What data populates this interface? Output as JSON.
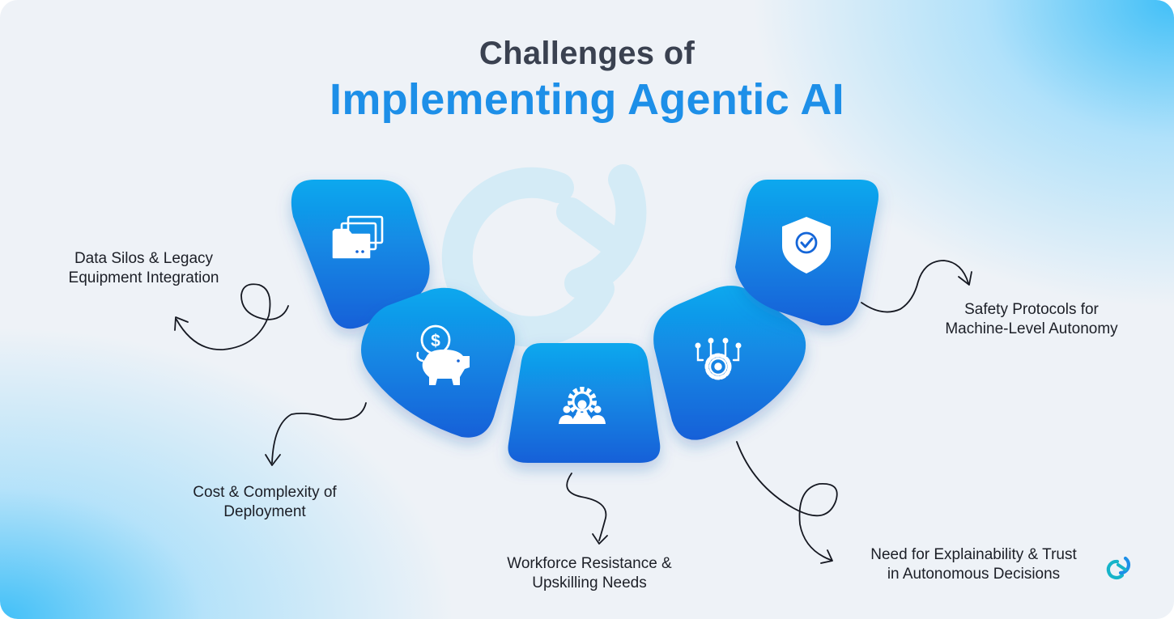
{
  "header": {
    "title_line1": "Challenges of",
    "title_line2": "Implementing Agentic AI"
  },
  "challenges": [
    {
      "line1": "Data Silos & Legacy",
      "line2": "Equipment Integration",
      "icon": "folders-icon"
    },
    {
      "line1": "Cost & Complexity of",
      "line2": "Deployment",
      "icon": "piggy-bank-dollar-icon"
    },
    {
      "line1": "Workforce Resistance &",
      "line2": "Upskilling Needs",
      "icon": "team-gear-icon"
    },
    {
      "line1": "Need for Explainability & Trust",
      "line2": "in Autonomous Decisions",
      "icon": "circuit-gear-icon"
    },
    {
      "line1": "Safety Protocols for",
      "line2": "Machine-Level Autonomy",
      "icon": "shield-check-icon"
    }
  ],
  "colors": {
    "title_dark": "#3a4150",
    "title_accent": "#1d8fe8",
    "tile_top": "#0ea5e9",
    "tile_bottom": "#1463d6",
    "background": "#eef2f7"
  }
}
